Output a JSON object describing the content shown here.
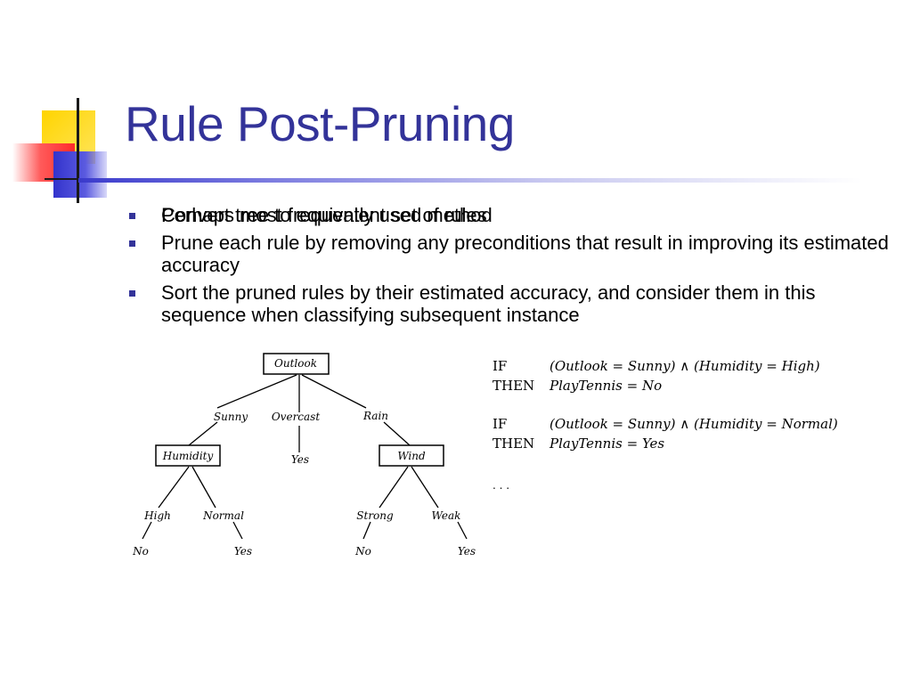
{
  "slide": {
    "title": "Rule Post-Pruning",
    "bullets": [
      "Convert tree to equivalent set of rules",
      "Prune each rule by removing any preconditions that result in improving its estimated accuracy",
      "Sort the pruned rules by their estimated accuracy, and consider them in this sequence when classifying subsequent instance"
    ],
    "final_bullet": "Perhaps most frequently used method"
  },
  "tree": {
    "root": "Outlook",
    "branch_sunny": "Sunny",
    "branch_overcast": "Overcast",
    "branch_rain": "Rain",
    "node_humidity": "Humidity",
    "leaf_overcast": "Yes",
    "node_wind": "Wind",
    "branch_high": "High",
    "branch_normal": "Normal",
    "branch_strong": "Strong",
    "branch_weak": "Weak",
    "leaf_high": "No",
    "leaf_normal": "Yes",
    "leaf_strong": "No",
    "leaf_weak": "Yes"
  },
  "rules": {
    "rule1_if_kw": "IF",
    "rule1_if": "(Outlook = Sunny) ∧ (Humidity = High)",
    "rule1_then_kw": "THEN",
    "rule1_then": "PlayTennis = No",
    "rule2_if_kw": "IF",
    "rule2_if": "(Outlook = Sunny) ∧ (Humidity = Normal)",
    "rule2_then_kw": "THEN",
    "rule2_then": "PlayTennis = Yes",
    "ellipsis": ". . ."
  }
}
